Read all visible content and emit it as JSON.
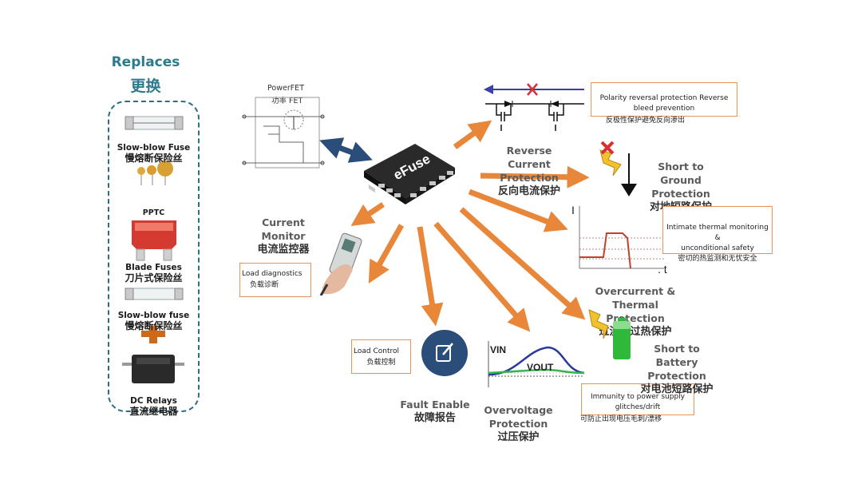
{
  "replaces": {
    "title_en": "Replaces",
    "title_cn": "更换",
    "items": [
      {
        "en": "Slow-blow Fuse",
        "cn": "慢熔断保险丝"
      },
      {
        "en": "PPTC"
      },
      {
        "en": "Blade Fuses",
        "cn": "刀片式保险丝"
      },
      {
        "en": "Slow-blow fuse",
        "cn": "慢熔断保险丝"
      },
      {
        "en": "DC Relays",
        "cn": "直流继电器"
      }
    ]
  },
  "powerfet": {
    "en": "PowerFET",
    "cn": "功率 FET"
  },
  "chip_label": "eFuse",
  "current_monitor": {
    "en": "Current Monitor",
    "cn": "电流监控器"
  },
  "load_diagnostics": {
    "en": "Load diagnostics",
    "cn": "负载诊断"
  },
  "load_control": {
    "en": "Load Control",
    "cn": "负载控制"
  },
  "fault_enable": {
    "en": "Fault Enable",
    "cn": "故障报告"
  },
  "overvoltage": {
    "en1": "Overvoltage",
    "en2": "Protection",
    "cn": "过压保护"
  },
  "vin_label": "VIN",
  "vout_label": "VOUT",
  "immunity": {
    "en1": "Immunity to power supply",
    "en2": "glitches/drift",
    "cn": "可防止出现电压毛刺/漂移"
  },
  "reverse_current": {
    "en1": "Reverse Current",
    "en2": "Protection",
    "cn": "反向电流保护"
  },
  "polarity": {
    "en1": "Polarity reversal protection Reverse",
    "en2": "bleed prevention",
    "cn": "反极性保护避免反向渗出"
  },
  "short_ground": {
    "en1": "Short to Ground",
    "en2": "Protection",
    "cn": "对地短路保护"
  },
  "thermal": {
    "en1": "Intimate thermal monitoring &",
    "en2": "unconditional safety",
    "cn": "密切的热监测和无忧安全"
  },
  "graph_axes": {
    "y": "I",
    "x": ". t"
  },
  "overcurrent": {
    "en1": "Overcurrent & Thermal",
    "en2": "Protection",
    "cn": "过流和过热保护"
  },
  "short_battery": {
    "en1": "Short to Battery",
    "en2": "Protection",
    "cn": "对电池短路保护"
  },
  "colors": {
    "teal": "#2c7a8c",
    "orange": "#e8873a",
    "navy": "#2a4d7a",
    "chip": "#1d1d1d",
    "battery": "#2fb83a"
  }
}
